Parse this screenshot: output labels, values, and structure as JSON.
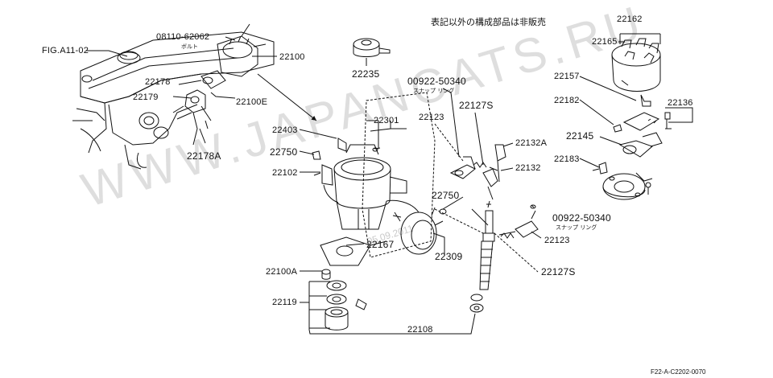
{
  "notice": "表記以外の構成部品は非販売",
  "figure_code": "F22-A-C2202-0070",
  "watermark": "WWW.JAPANCATS.RU",
  "watermark_date": "05.09.2011",
  "callouts": {
    "fig_ref": "FIG.A11-02",
    "bolt_part": "08110-62062",
    "bolt_sub": "ボルト",
    "c22100": "22100",
    "c22178": "22178",
    "c22179": "22179",
    "c22100E": "22100E",
    "c22178A": "22178A",
    "c22235": "22235",
    "snap_part_1": "00922-50340",
    "snap_sub_1": "スナップ リング",
    "c22127S_1": "22127S",
    "c22123_1": "22123",
    "c22301": "22301",
    "c22403": "22403",
    "c22750_1": "22750",
    "c22102": "22102",
    "c22132A": "22132A",
    "c22132": "22132",
    "c22750_2": "22750",
    "snap_part_2": "00922-50340",
    "snap_sub_2": "スナップ リング",
    "c22123_2": "22123",
    "c22167": "22167",
    "c22309": "22309",
    "c22127S_2": "22127S",
    "c22100A": "22100A",
    "c22119": "22119",
    "c22108": "22108",
    "c22162": "22162",
    "c22165": "22165",
    "c22157": "22157",
    "c22182": "22182",
    "c22136": "22136",
    "c22145": "22145",
    "c22183": "22183"
  },
  "colors": {
    "line": "#111111",
    "background": "#ffffff",
    "watermark": "#cccccc"
  }
}
